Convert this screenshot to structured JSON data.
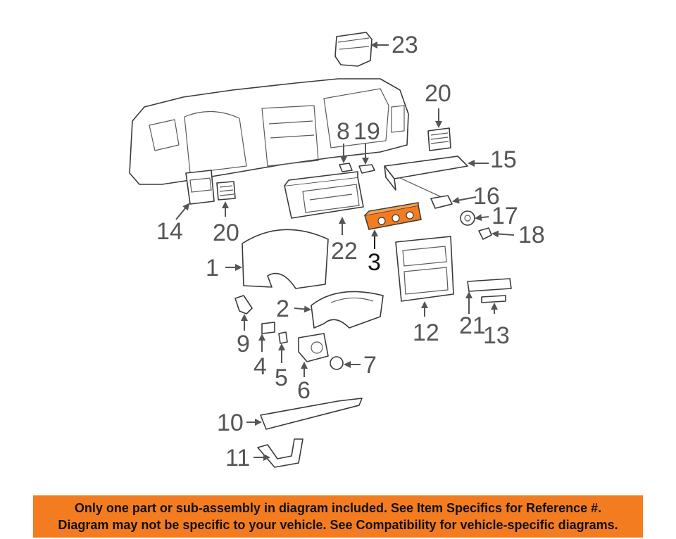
{
  "callouts": {
    "c1": "1",
    "c2": "2",
    "c3": "3",
    "c4": "4",
    "c5": "5",
    "c6": "6",
    "c7": "7",
    "c8": "8",
    "c9": "9",
    "c10": "10",
    "c11": "11",
    "c12": "12",
    "c13": "13",
    "c14": "14",
    "c15": "15",
    "c16": "16",
    "c17": "17",
    "c18": "18",
    "c19": "19",
    "c20a": "20",
    "c20b": "20",
    "c21": "21",
    "c22": "22",
    "c23": "23"
  },
  "highlight_color": "#f47c20",
  "banner": {
    "line1": "Only one part or sub-assembly in diagram included. See Item Specifics for Reference #.",
    "line2": "Diagram may not be specific to your vehicle. See Compatibility for vehicle-specific diagrams."
  }
}
